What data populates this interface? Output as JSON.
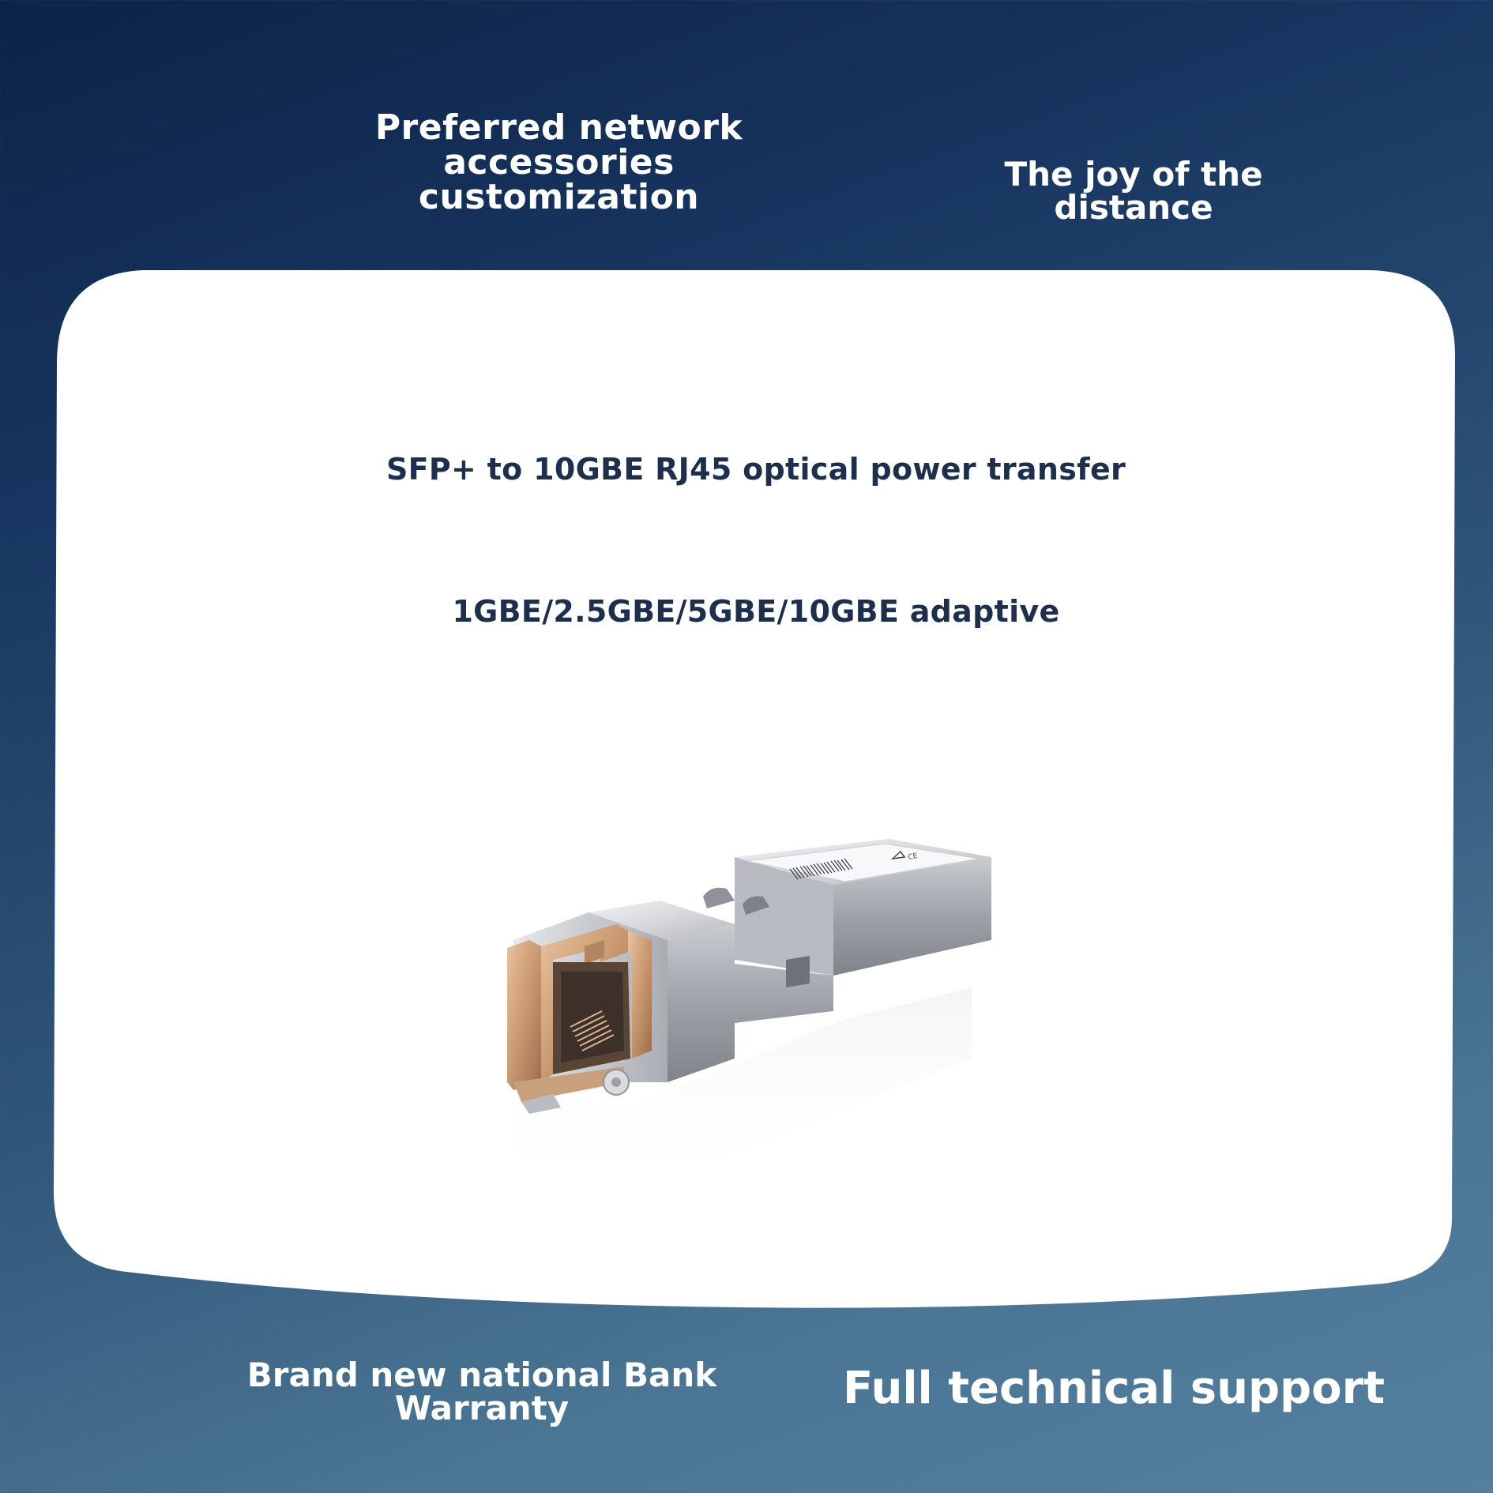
{
  "banner": {
    "top_left": "Preferred network accessories\ncustomization",
    "top_right": "The joy of the\ndistance",
    "bottom_left": "Brand new national Bank\nWarranty",
    "bottom_right": "Full technical support"
  },
  "card": {
    "headline": "SFP+ to 10GBE RJ45 optical power transfer",
    "subheadline": "1GBE/2.5GBE/5GBE/10GBE adaptive"
  },
  "product": {
    "icon": "sfp-rj45-module-icon"
  },
  "colors": {
    "background_dark": "#0d2347",
    "background_light": "#557f9e",
    "card": "#ffffff",
    "card_text": "#1d2f4c",
    "banner_text": "#ffffff",
    "copper": "#c99870"
  }
}
